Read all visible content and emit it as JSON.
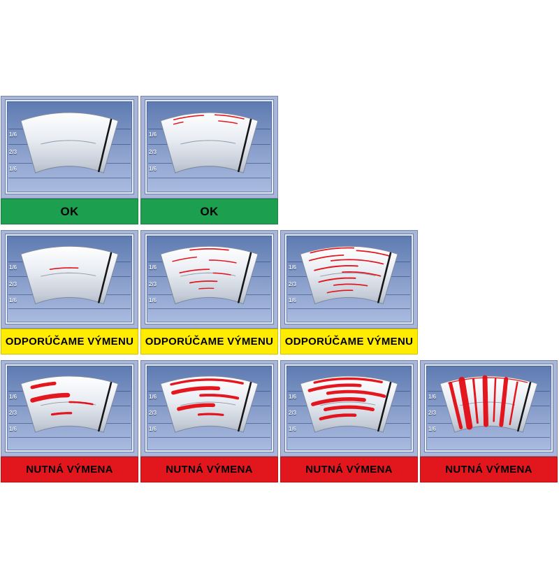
{
  "gauge_labels": [
    "1/6",
    "2/3",
    "1/6"
  ],
  "colors": {
    "page_bg": "#ffffff",
    "cell_bg": "#a9b6d8",
    "panel_top": "#5d7ab1",
    "panel_mid": "#8ba0cc",
    "panel_bottom": "#aabbe0",
    "gauge_line": "#3d5e96",
    "glass_edge": "#7e8aa0",
    "reflection": "#6d7789",
    "streak_red": "#e30b13",
    "blade_black": "#161616",
    "ok_green": "#1ca04f",
    "warn_yellow": "#ffec00",
    "danger_red": "#e2161d",
    "label_text": "#000000"
  },
  "rows": [
    {
      "status": "ok",
      "label": "OK",
      "label_bg": "#1ca04f",
      "cells": [
        {
          "streaks": []
        },
        {
          "streaks": [
            {
              "o": "h",
              "t": 0.05,
              "a": 0.13,
              "b": 0.44,
              "w": 1.5
            },
            {
              "o": "h",
              "t": 0.04,
              "a": 0.56,
              "b": 0.86,
              "w": 1.5
            },
            {
              "o": "h",
              "t": 0.15,
              "a": 0.6,
              "b": 0.8,
              "w": 1.4
            },
            {
              "o": "h",
              "t": 0.13,
              "a": 0.12,
              "b": 0.22,
              "w": 1.4
            }
          ]
        }
      ]
    },
    {
      "status": "recommend-replacement",
      "label": "ODPORÚČAME VÝMENU",
      "label_bg": "#ffec00",
      "cells": [
        {
          "streaks": [
            {
              "o": "h",
              "t": 0.42,
              "a": 0.27,
              "b": 0.6,
              "w": 1.6
            }
          ]
        },
        {
          "streaks": [
            {
              "o": "h",
              "t": 0.05,
              "a": 0.3,
              "b": 0.7,
              "w": 1.7
            },
            {
              "o": "h",
              "t": 0.2,
              "a": 0.1,
              "b": 0.36,
              "w": 1.5
            },
            {
              "o": "h",
              "t": 0.27,
              "a": 0.5,
              "b": 0.8,
              "w": 1.5
            },
            {
              "o": "h",
              "t": 0.45,
              "a": 0.15,
              "b": 0.5,
              "w": 1.7
            },
            {
              "o": "h",
              "t": 0.52,
              "a": 0.55,
              "b": 0.76,
              "w": 1.5
            },
            {
              "o": "h",
              "t": 0.68,
              "a": 0.25,
              "b": 0.6,
              "w": 1.7
            },
            {
              "o": "h",
              "t": 0.82,
              "a": 0.36,
              "b": 0.56,
              "w": 1.4
            }
          ]
        },
        {
          "streaks": [
            {
              "o": "h",
              "t": 0.03,
              "a": 0.1,
              "b": 0.55,
              "w": 1.7
            },
            {
              "o": "h",
              "t": 0.08,
              "a": 0.58,
              "b": 0.92,
              "w": 1.7
            },
            {
              "o": "h",
              "t": 0.17,
              "a": 0.07,
              "b": 0.44,
              "w": 1.7
            },
            {
              "o": "h",
              "t": 0.26,
              "a": 0.3,
              "b": 0.88,
              "w": 1.7
            },
            {
              "o": "h",
              "t": 0.38,
              "a": 0.1,
              "b": 0.6,
              "w": 1.9
            },
            {
              "o": "h",
              "t": 0.5,
              "a": 0.42,
              "b": 0.88,
              "w": 1.7
            },
            {
              "o": "h",
              "t": 0.62,
              "a": 0.12,
              "b": 0.58,
              "w": 1.9
            },
            {
              "o": "h",
              "t": 0.74,
              "a": 0.3,
              "b": 0.74,
              "w": 1.7
            },
            {
              "o": "h",
              "t": 0.86,
              "a": 0.2,
              "b": 0.55,
              "w": 1.6
            }
          ]
        }
      ]
    },
    {
      "status": "replacement-required",
      "label": "NUTNÁ VÝMENA",
      "label_bg": "#e2161d",
      "cells": [
        {
          "streaks": [
            {
              "o": "h",
              "t": 0.13,
              "a": 0.1,
              "b": 0.34,
              "w": 5
            },
            {
              "o": "h",
              "t": 0.38,
              "a": 0.07,
              "b": 0.48,
              "w": 6.5
            },
            {
              "o": "h",
              "t": 0.52,
              "a": 0.5,
              "b": 0.78,
              "w": 2.6
            },
            {
              "o": "h",
              "t": 0.74,
              "a": 0.27,
              "b": 0.52,
              "w": 3.2
            }
          ]
        },
        {
          "streaks": [
            {
              "o": "h",
              "t": 0.07,
              "a": 0.1,
              "b": 0.85,
              "w": 3.4
            },
            {
              "o": "h",
              "t": 0.24,
              "a": 0.1,
              "b": 0.6,
              "w": 5.5
            },
            {
              "o": "h",
              "t": 0.38,
              "a": 0.4,
              "b": 0.83,
              "w": 4
            },
            {
              "o": "h",
              "t": 0.58,
              "a": 0.12,
              "b": 0.55,
              "w": 5.5
            },
            {
              "o": "h",
              "t": 0.76,
              "a": 0.36,
              "b": 0.68,
              "w": 3.2
            }
          ]
        },
        {
          "streaks": [
            {
              "o": "h",
              "t": 0.05,
              "a": 0.14,
              "b": 0.84,
              "w": 3.4
            },
            {
              "o": "h",
              "t": 0.18,
              "a": 0.07,
              "b": 0.62,
              "w": 4.6
            },
            {
              "o": "h",
              "t": 0.31,
              "a": 0.26,
              "b": 0.9,
              "w": 4.6
            },
            {
              "o": "h",
              "t": 0.46,
              "a": 0.07,
              "b": 0.68,
              "w": 5.5
            },
            {
              "o": "h",
              "t": 0.62,
              "a": 0.2,
              "b": 0.8,
              "w": 5
            },
            {
              "o": "h",
              "t": 0.78,
              "a": 0.12,
              "b": 0.58,
              "w": 4.6
            }
          ]
        },
        {
          "streaks": [
            {
              "o": "h",
              "t": 0.03,
              "a": 0.08,
              "b": 0.9,
              "w": 1.3
            },
            {
              "o": "v",
              "u": 0.1,
              "a": 0.05,
              "b": 0.95,
              "w": 5
            },
            {
              "o": "v",
              "u": 0.22,
              "a": 0.03,
              "b": 0.97,
              "w": 9
            },
            {
              "o": "v",
              "u": 0.34,
              "a": 0.05,
              "b": 0.92,
              "w": 3
            },
            {
              "o": "v",
              "u": 0.46,
              "a": 0.03,
              "b": 0.97,
              "w": 7
            },
            {
              "o": "v",
              "u": 0.57,
              "a": 0.05,
              "b": 0.9,
              "w": 2.5
            },
            {
              "o": "v",
              "u": 0.68,
              "a": 0.04,
              "b": 0.96,
              "w": 6
            },
            {
              "o": "v",
              "u": 0.8,
              "a": 0.07,
              "b": 0.92,
              "w": 2.5
            }
          ]
        }
      ]
    }
  ]
}
